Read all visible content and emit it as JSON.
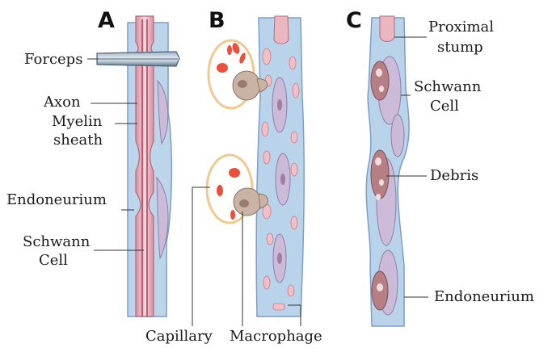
{
  "panels": {
    "a": {
      "letter": "A",
      "labels": {
        "forceps": "Forceps",
        "axon": "Axon",
        "myelin_1": "Myelin",
        "myelin_2": "sheath",
        "endoneurium": "Endoneurium",
        "schwann_1": "Schwann",
        "schwann_2": "Cell"
      }
    },
    "b": {
      "letter": "B",
      "labels": {
        "capillary": "Capillary",
        "macrophage": "Macrophage"
      }
    },
    "c": {
      "letter": "C",
      "labels": {
        "proximal_1": "Proximal",
        "proximal_2": "stump",
        "schwann_1": "Schwann",
        "schwann_2": "Cell",
        "debris": "Debris",
        "endoneurium": "Endoneurium"
      }
    }
  },
  "colors": {
    "endoneurium": "#b9d3ea",
    "endoneurium_edge": "#7f9ec6",
    "myelin": "#eab6bf",
    "axon_line": "#b53a55",
    "schwann": "#cbbad8",
    "schwann_edge": "#8e7fa8",
    "debris": "#b57f83",
    "rbc": "#e9513d",
    "capillary_ring": "#f0c98e",
    "macrophage": "#c8b3a4",
    "forceps": "#6f8aa0",
    "leader": "#333333"
  }
}
